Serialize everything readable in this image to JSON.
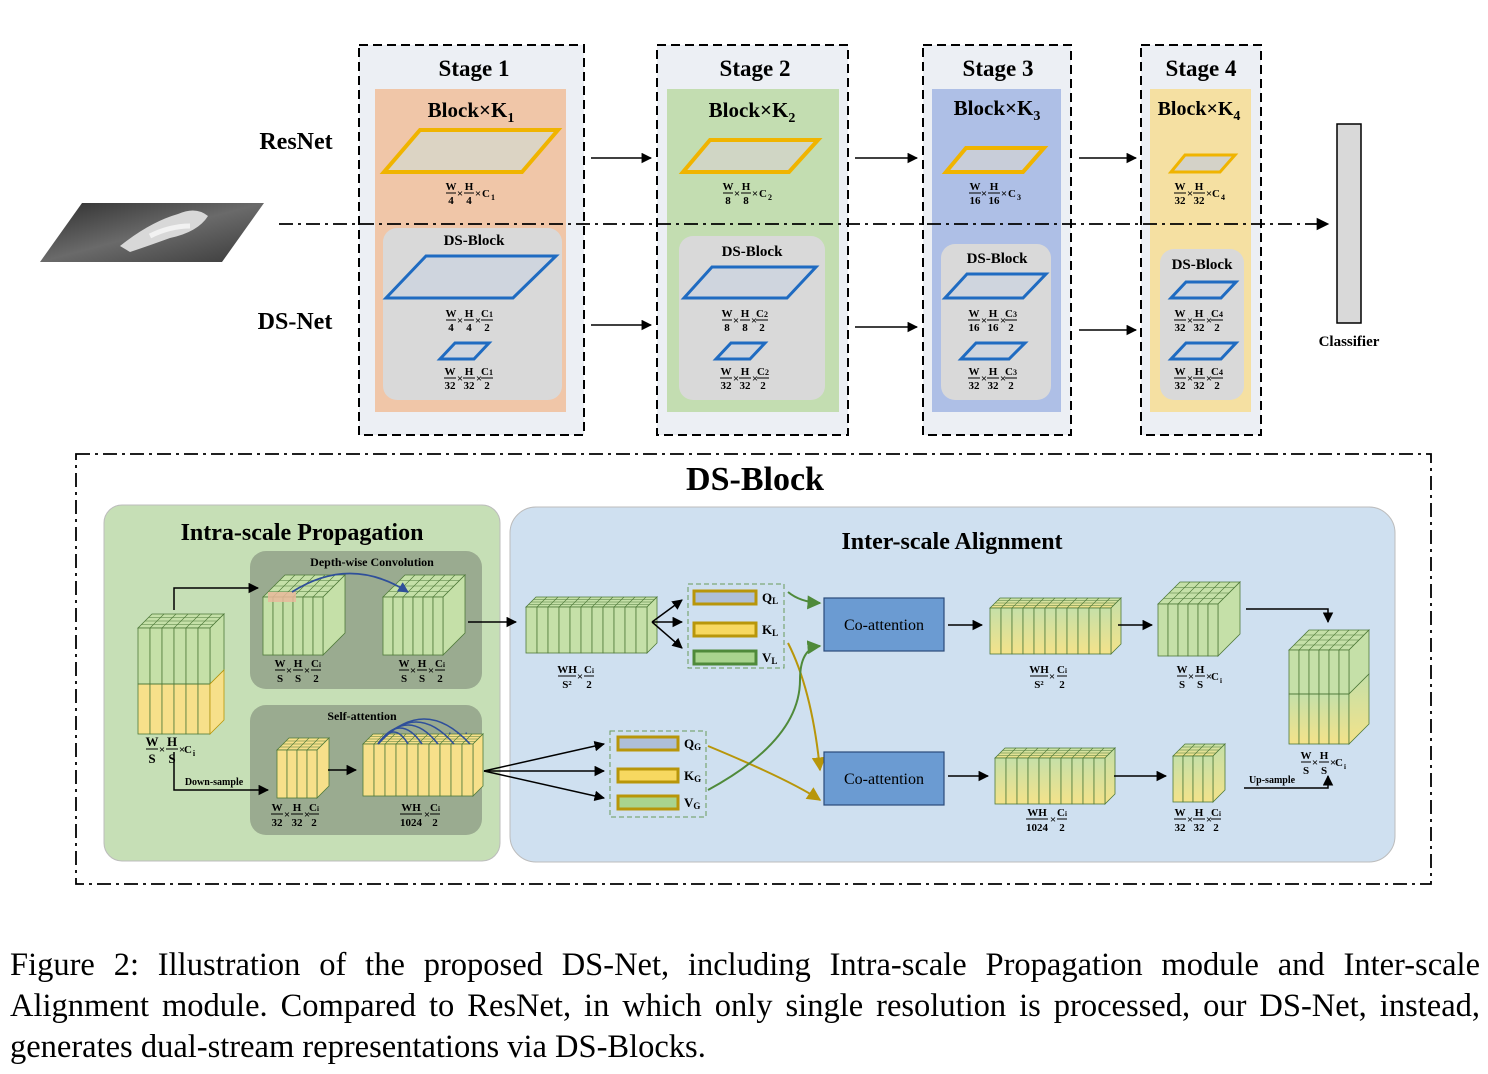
{
  "top": {
    "row_labels": {
      "resnet": "ResNet",
      "dsnet": "DS-Net"
    },
    "stages": [
      {
        "title": "Stage 1",
        "block_base": "Block×K",
        "block_sub": "1",
        "resnet_frac": {
          "w": "W",
          "w_den": "4",
          "h": "H",
          "h_den": "4",
          "c": "C",
          "c_sub": "1"
        },
        "ds_block_label": "DS-Block",
        "ds_frac_high": {
          "w_den": "4",
          "h_den": "4",
          "c": "C",
          "c_sub": "1",
          "c_den": "2"
        },
        "ds_frac_low": {
          "w_den": "32",
          "h_den": "32",
          "c": "C",
          "c_sub": "1",
          "c_den": "2"
        }
      },
      {
        "title": "Stage 2",
        "block_base": "Block×K",
        "block_sub": "2",
        "resnet_frac": {
          "w": "W",
          "w_den": "8",
          "h": "H",
          "h_den": "8",
          "c": "C",
          "c_sub": "2"
        },
        "ds_block_label": "DS-Block",
        "ds_frac_high": {
          "w_den": "8",
          "h_den": "8",
          "c": "C",
          "c_sub": "2",
          "c_den": "2"
        },
        "ds_frac_low": {
          "w_den": "32",
          "h_den": "32",
          "c": "C",
          "c_sub": "2",
          "c_den": "2"
        }
      },
      {
        "title": "Stage 3",
        "block_base": "Block×K",
        "block_sub": "3",
        "resnet_frac": {
          "w": "W",
          "w_den": "16",
          "h": "H",
          "h_den": "16",
          "c": "C",
          "c_sub": "3"
        },
        "ds_block_label": "DS-Block",
        "ds_frac_high": {
          "w_den": "16",
          "h_den": "16",
          "c": "C",
          "c_sub": "3",
          "c_den": "2"
        },
        "ds_frac_low": {
          "w_den": "32",
          "h_den": "32",
          "c": "C",
          "c_sub": "3",
          "c_den": "2"
        }
      },
      {
        "title": "Stage 4",
        "block_base": "Block×K",
        "block_sub": "4",
        "resnet_frac": {
          "w": "W",
          "w_den": "32",
          "h": "H",
          "h_den": "32",
          "c": "C",
          "c_sub": "4"
        },
        "ds_block_label": "DS-Block",
        "ds_frac_high": {
          "w_den": "32",
          "h_den": "32",
          "c": "C",
          "c_sub": "4",
          "c_den": "2"
        },
        "ds_frac_low": {
          "w_den": "32",
          "h_den": "32",
          "c": "C",
          "c_sub": "4",
          "c_den": "2"
        }
      }
    ],
    "classifier": "Classifier"
  },
  "ds_block": {
    "title": "DS-Block",
    "intra": {
      "title": "Intra-scale Propagation",
      "dw_conv": "Depth-wise Convolution",
      "self_attention": "Self-attention",
      "down_sample": "Down-sample",
      "input_dims": {
        "w": "W",
        "w_den": "S",
        "h": "H",
        "h_den": "S",
        "c": "C",
        "c_sub": "i"
      },
      "dw_in_dims": {
        "w": "W",
        "w_den": "S",
        "h": "H",
        "h_den": "S",
        "c": "C",
        "c_sub": "i",
        "c_den": "2"
      },
      "dw_out_dims": {
        "w": "W",
        "w_den": "S",
        "h": "H",
        "h_den": "S",
        "c": "C",
        "c_sub": "i",
        "c_den": "2"
      },
      "sa_in_dims": {
        "w": "W",
        "w_den": "32",
        "h": "H",
        "h_den": "32",
        "c": "C",
        "c_sub": "i",
        "c_den": "2"
      },
      "sa_out_dims": {
        "num": "WH",
        "den": "1024",
        "c": "C",
        "c_sub": "i",
        "c_den": "2"
      },
      "ellipsis": "· · ·"
    },
    "inter": {
      "title": "Inter-scale Alignment",
      "local_tokens_dims": {
        "num": "WH",
        "den": "S²",
        "c": "C",
        "c_sub": "i",
        "c_den": "2"
      },
      "q_local": {
        "base": "Q",
        "sub": "L"
      },
      "k_local": {
        "base": "K",
        "sub": "L"
      },
      "v_local": {
        "base": "V",
        "sub": "L"
      },
      "q_global": {
        "base": "Q",
        "sub": "G"
      },
      "k_global": {
        "base": "K",
        "sub": "G"
      },
      "v_global": {
        "base": "V",
        "sub": "G"
      },
      "co_attention_top": "Co-attention",
      "co_attention_bottom": "Co-attention",
      "top_out_tokens_dims": {
        "num": "WH",
        "den": "S²",
        "c": "C",
        "c_sub": "i",
        "c_den": "2"
      },
      "top_out_cube_dims": {
        "w": "W",
        "w_den": "S",
        "h": "H",
        "h_den": "S",
        "c": "C",
        "c_sub": "i"
      },
      "bottom_out_tokens_dims": {
        "num": "WH",
        "den": "1024",
        "c": "C",
        "c_sub": "i",
        "c_den": "2"
      },
      "bottom_out_cube_dims": {
        "w": "W",
        "w_den": "32",
        "h": "H",
        "h_den": "32",
        "c": "C",
        "c_sub": "i",
        "c_den": "2"
      },
      "up_sample": "Up-sample",
      "final_dims": {
        "w": "W",
        "w_den": "S",
        "h": "H",
        "h_den": "S",
        "c": "C",
        "c_sub": "i"
      }
    }
  },
  "caption": "Figure 2: Illustration of the proposed DS-Net, including Intra-scale Propagation module and Inter-scale Alignment module. Compared to ResNet, in which only single resolution is processed, our DS-Net, instead, generates dual-stream representations via DS-Blocks.",
  "colors": {
    "stage1": "#f0c6a8",
    "stage2": "#c3ddb1",
    "stage3": "#aebfe6",
    "stage4": "#f5e0a2",
    "ds_panel": "#d9d9d9",
    "plane_yellow": "#f0b400",
    "plane_blue": "#1f6bc1",
    "intra_bg": "#c6dfb6",
    "inter_bg": "#cfe0f0",
    "inner_gray": "#9aab90",
    "coattn": "#6b9bd2",
    "green_cube": "#c5e0a8",
    "yellow_cube": "#f7e08a",
    "arrow_olive": "#b8960a",
    "arrow_green": "#4f8a3a"
  }
}
